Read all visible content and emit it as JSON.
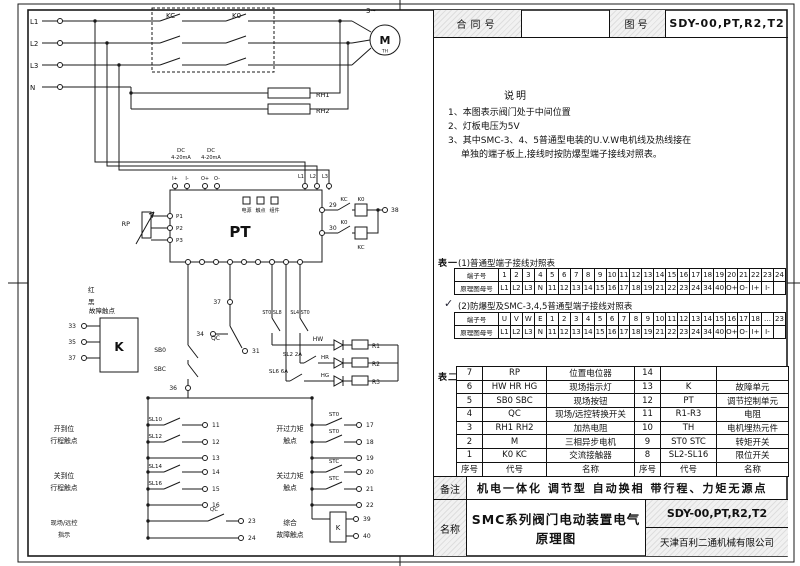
{
  "hdr": {
    "contract_label": "合同号",
    "contract_value": "",
    "drawing_label": "图号",
    "drawing_value": "SDY-00,PT,R2,T2"
  },
  "notes": {
    "title": "说明",
    "line1": "1、本图表示阀门处于中间位置",
    "line2": "2、灯板电压为5V",
    "line3": "3、其中SMC-3、4、5普通型电装的U.V.W电机线及热线接在",
    "line4": "单独的端子板上,接线时按防爆型端子接线对照表。"
  },
  "t1": {
    "label": "表一",
    "sub1": "(1)普通型端子接线对照表",
    "check": "✓",
    "sub2": "(2)防爆型及SMC-3,4,5普通型端子接线对照表",
    "row_label1": "端子号",
    "row_label2": "原理图母号",
    "a_term": [
      "1",
      "2",
      "3",
      "4",
      "5",
      "6",
      "7",
      "8",
      "9",
      "10",
      "11",
      "12",
      "13",
      "14",
      "15",
      "16",
      "17",
      "18",
      "19",
      "20",
      "21",
      "22",
      "23",
      "24"
    ],
    "a_wire": [
      "L1",
      "L2",
      "L3",
      "N",
      "11",
      "12",
      "13",
      "14",
      "15",
      "16",
      "17",
      "18",
      "19",
      "21",
      "22",
      "23",
      "24",
      "34",
      "40",
      "O+",
      "O-",
      "I+",
      "I-",
      ""
    ],
    "b_term": [
      "U",
      "V",
      "W",
      "E",
      "1",
      "2",
      "3",
      "4",
      "5",
      "6",
      "7",
      "8",
      "9",
      "10",
      "11",
      "12",
      "13",
      "14",
      "15",
      "16",
      "17",
      "18",
      "…",
      "23"
    ],
    "b_wire": [
      "L1",
      "L2",
      "L3",
      "N",
      "11",
      "12",
      "13",
      "14",
      "15",
      "16",
      "17",
      "18",
      "19",
      "21",
      "22",
      "23",
      "24",
      "34",
      "40",
      "O+",
      "O-",
      "I+",
      "I-",
      ""
    ]
  },
  "t2": {
    "label": "表二",
    "rows": [
      [
        "7",
        "RP",
        "位置电位器",
        "14",
        "",
        ""
      ],
      [
        "6",
        "HW HR HG",
        "现场指示灯",
        "13",
        "K",
        "故障单元"
      ],
      [
        "5",
        "SB0 SBC",
        "现场按钮",
        "12",
        "PT",
        "调节控制单元"
      ],
      [
        "4",
        "QC",
        "现场/远控转换开关",
        "11",
        "R1-R3",
        "电阻"
      ],
      [
        "3",
        "RH1 RH2",
        "加热电阻",
        "10",
        "TH",
        "电机埋热元件"
      ],
      [
        "2",
        "M",
        "三相异步电机",
        "9",
        "ST0 STC",
        "转矩开关"
      ],
      [
        "1",
        "K0 KC",
        "交流接触器",
        "8",
        "SL2-SL16",
        "限位开关"
      ],
      [
        "序号",
        "代号",
        "名称",
        "序号",
        "代号",
        "名称"
      ]
    ]
  },
  "ft": {
    "remark_label": "备注",
    "remark_text": "机电一体化 调节型 自动换相 带行程、力矩无源点",
    "name_label": "名称",
    "name_text": "SMC系列阀门电动装置电气原理图",
    "drawing_no": "SDY-00,PT,R2,T2",
    "company": "天津百利二通机械有限公司"
  },
  "c": {
    "l1": "L1",
    "l2": "L2",
    "l3": "L3",
    "n": "N",
    "kc": "KC",
    "k0": "K0",
    "phase": "3~",
    "motor": "M",
    "th": "TH",
    "rh1": "RH1",
    "rh2": "RH2",
    "dc1": "DC",
    "dc1r": "4-20mA",
    "dc2": "DC",
    "dc2r": "4-20mA",
    "ip": "I+",
    "im": "I-",
    "op": "O+",
    "om": "O-",
    "ptl1": "L1",
    "ptl2": "L2",
    "ptl3": "L3",
    "pt": "PT",
    "rp": "RP",
    "p1": "P1",
    "p2": "P2",
    "p3": "P3",
    "led1": "电源",
    "led2": "触点",
    "led3": "组件",
    "t29": "29",
    "t30": "30",
    "t38": "38",
    "kc_a": "KC",
    "k0_a": "K0",
    "k0_b": "K0",
    "kc_b": "KC",
    "fault": "故障触点",
    "red": "红",
    "black": "黑",
    "k": "K",
    "t33": "33",
    "t35": "35",
    "t37": "37",
    "t37b": "37",
    "t34": "34",
    "t31": "31",
    "t36": "36",
    "sb0": "SB0",
    "sbc": "SBC",
    "qc1": "QC",
    "pair1": "ST0 SL8",
    "pair2": "SL4 ST0",
    "hw": "HW",
    "hr": "HR",
    "hg": "HG",
    "r1": "R1",
    "r2": "R2",
    "r3": "R3",
    "sl2": "SL2 2A",
    "sl6": "SL6 6A",
    "g1a": "开到位",
    "g1b": "行程触点",
    "g2a": "关到位",
    "g2b": "行程触点",
    "g3a": "现场/远控",
    "g3b": "指示",
    "g4a": "开过力矩",
    "g4b": "触点",
    "g5a": "关过力矩",
    "g5b": "触点",
    "g6a": "综合",
    "g6b": "故障触点",
    "sl10": "SL10",
    "sl12": "SL12",
    "sl14": "SL14",
    "sl16": "SL16",
    "st0a": "ST0",
    "st0b": "ST0",
    "stca": "STC",
    "stcb": "STC",
    "qc2": "QC",
    "k2": "K",
    "t11": "11",
    "t12": "12",
    "t13": "13",
    "t14": "14",
    "t15": "15",
    "t16": "16",
    "t17": "17",
    "t18": "18",
    "t19": "19",
    "t20": "20",
    "t21": "21",
    "t22": "22",
    "t23": "23",
    "t24": "24",
    "t39": "39",
    "t40": "40"
  }
}
